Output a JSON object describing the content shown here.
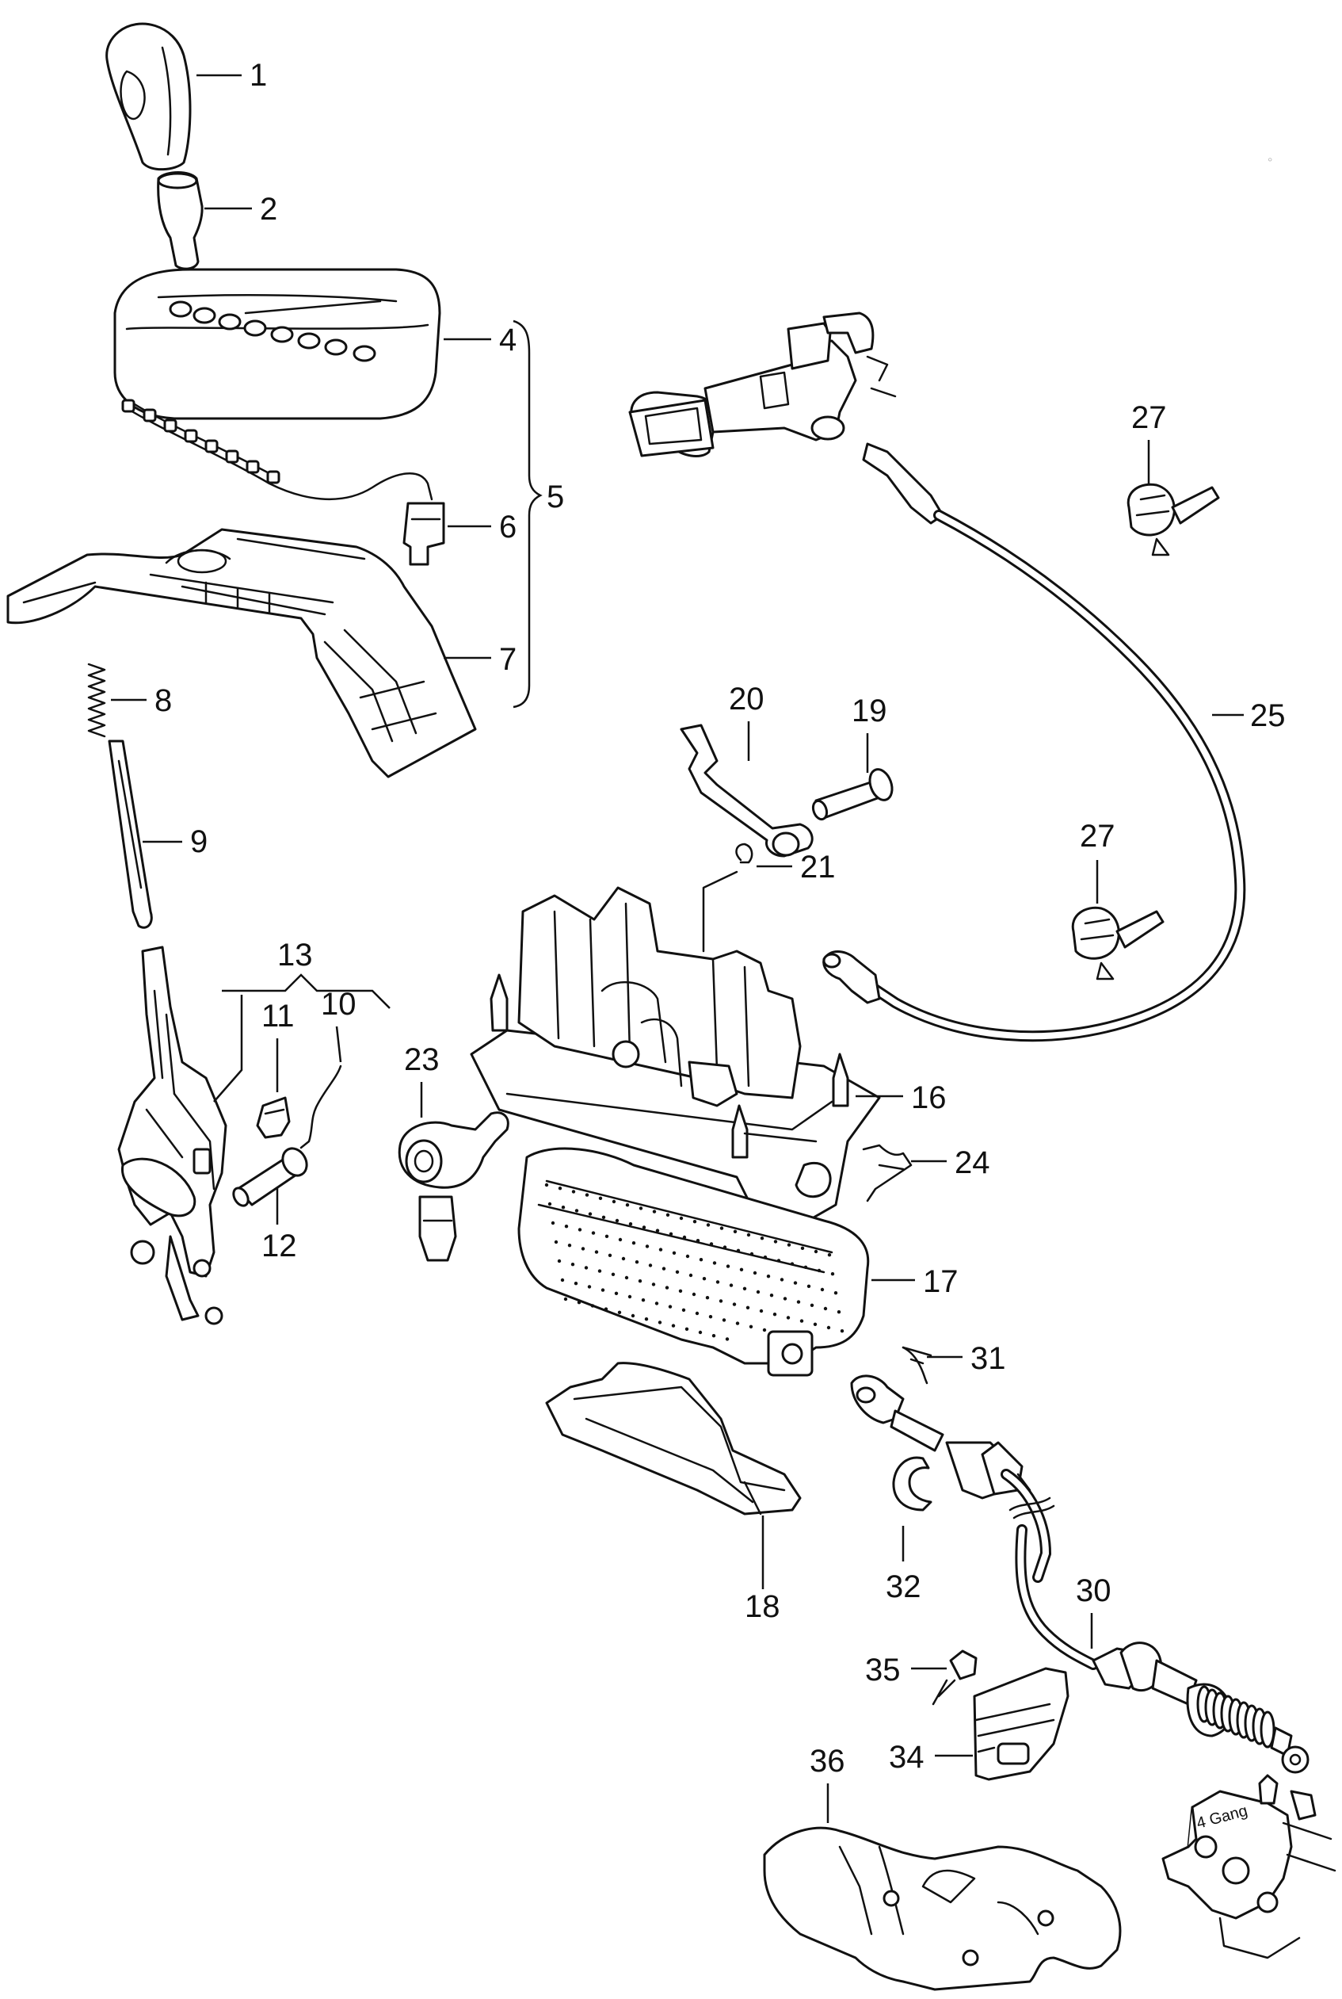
{
  "callouts": {
    "p1": "1",
    "p2": "2",
    "p4": "4",
    "p5": "5",
    "p6": "6",
    "p7": "7",
    "p8": "8",
    "p9": "9",
    "p10": "10",
    "p11": "11",
    "p12": "12",
    "p13": "13",
    "p16": "16",
    "p17": "17",
    "p18": "18",
    "p19": "19",
    "p20": "20",
    "p21": "21",
    "p23": "23",
    "p24": "24",
    "p25": "25",
    "p27a": "27",
    "p27b": "27",
    "p30": "30",
    "p31": "31",
    "p32": "32",
    "p34": "34",
    "p35": "35",
    "p36": "36"
  },
  "stamp": {
    "label": "4 Gang"
  }
}
